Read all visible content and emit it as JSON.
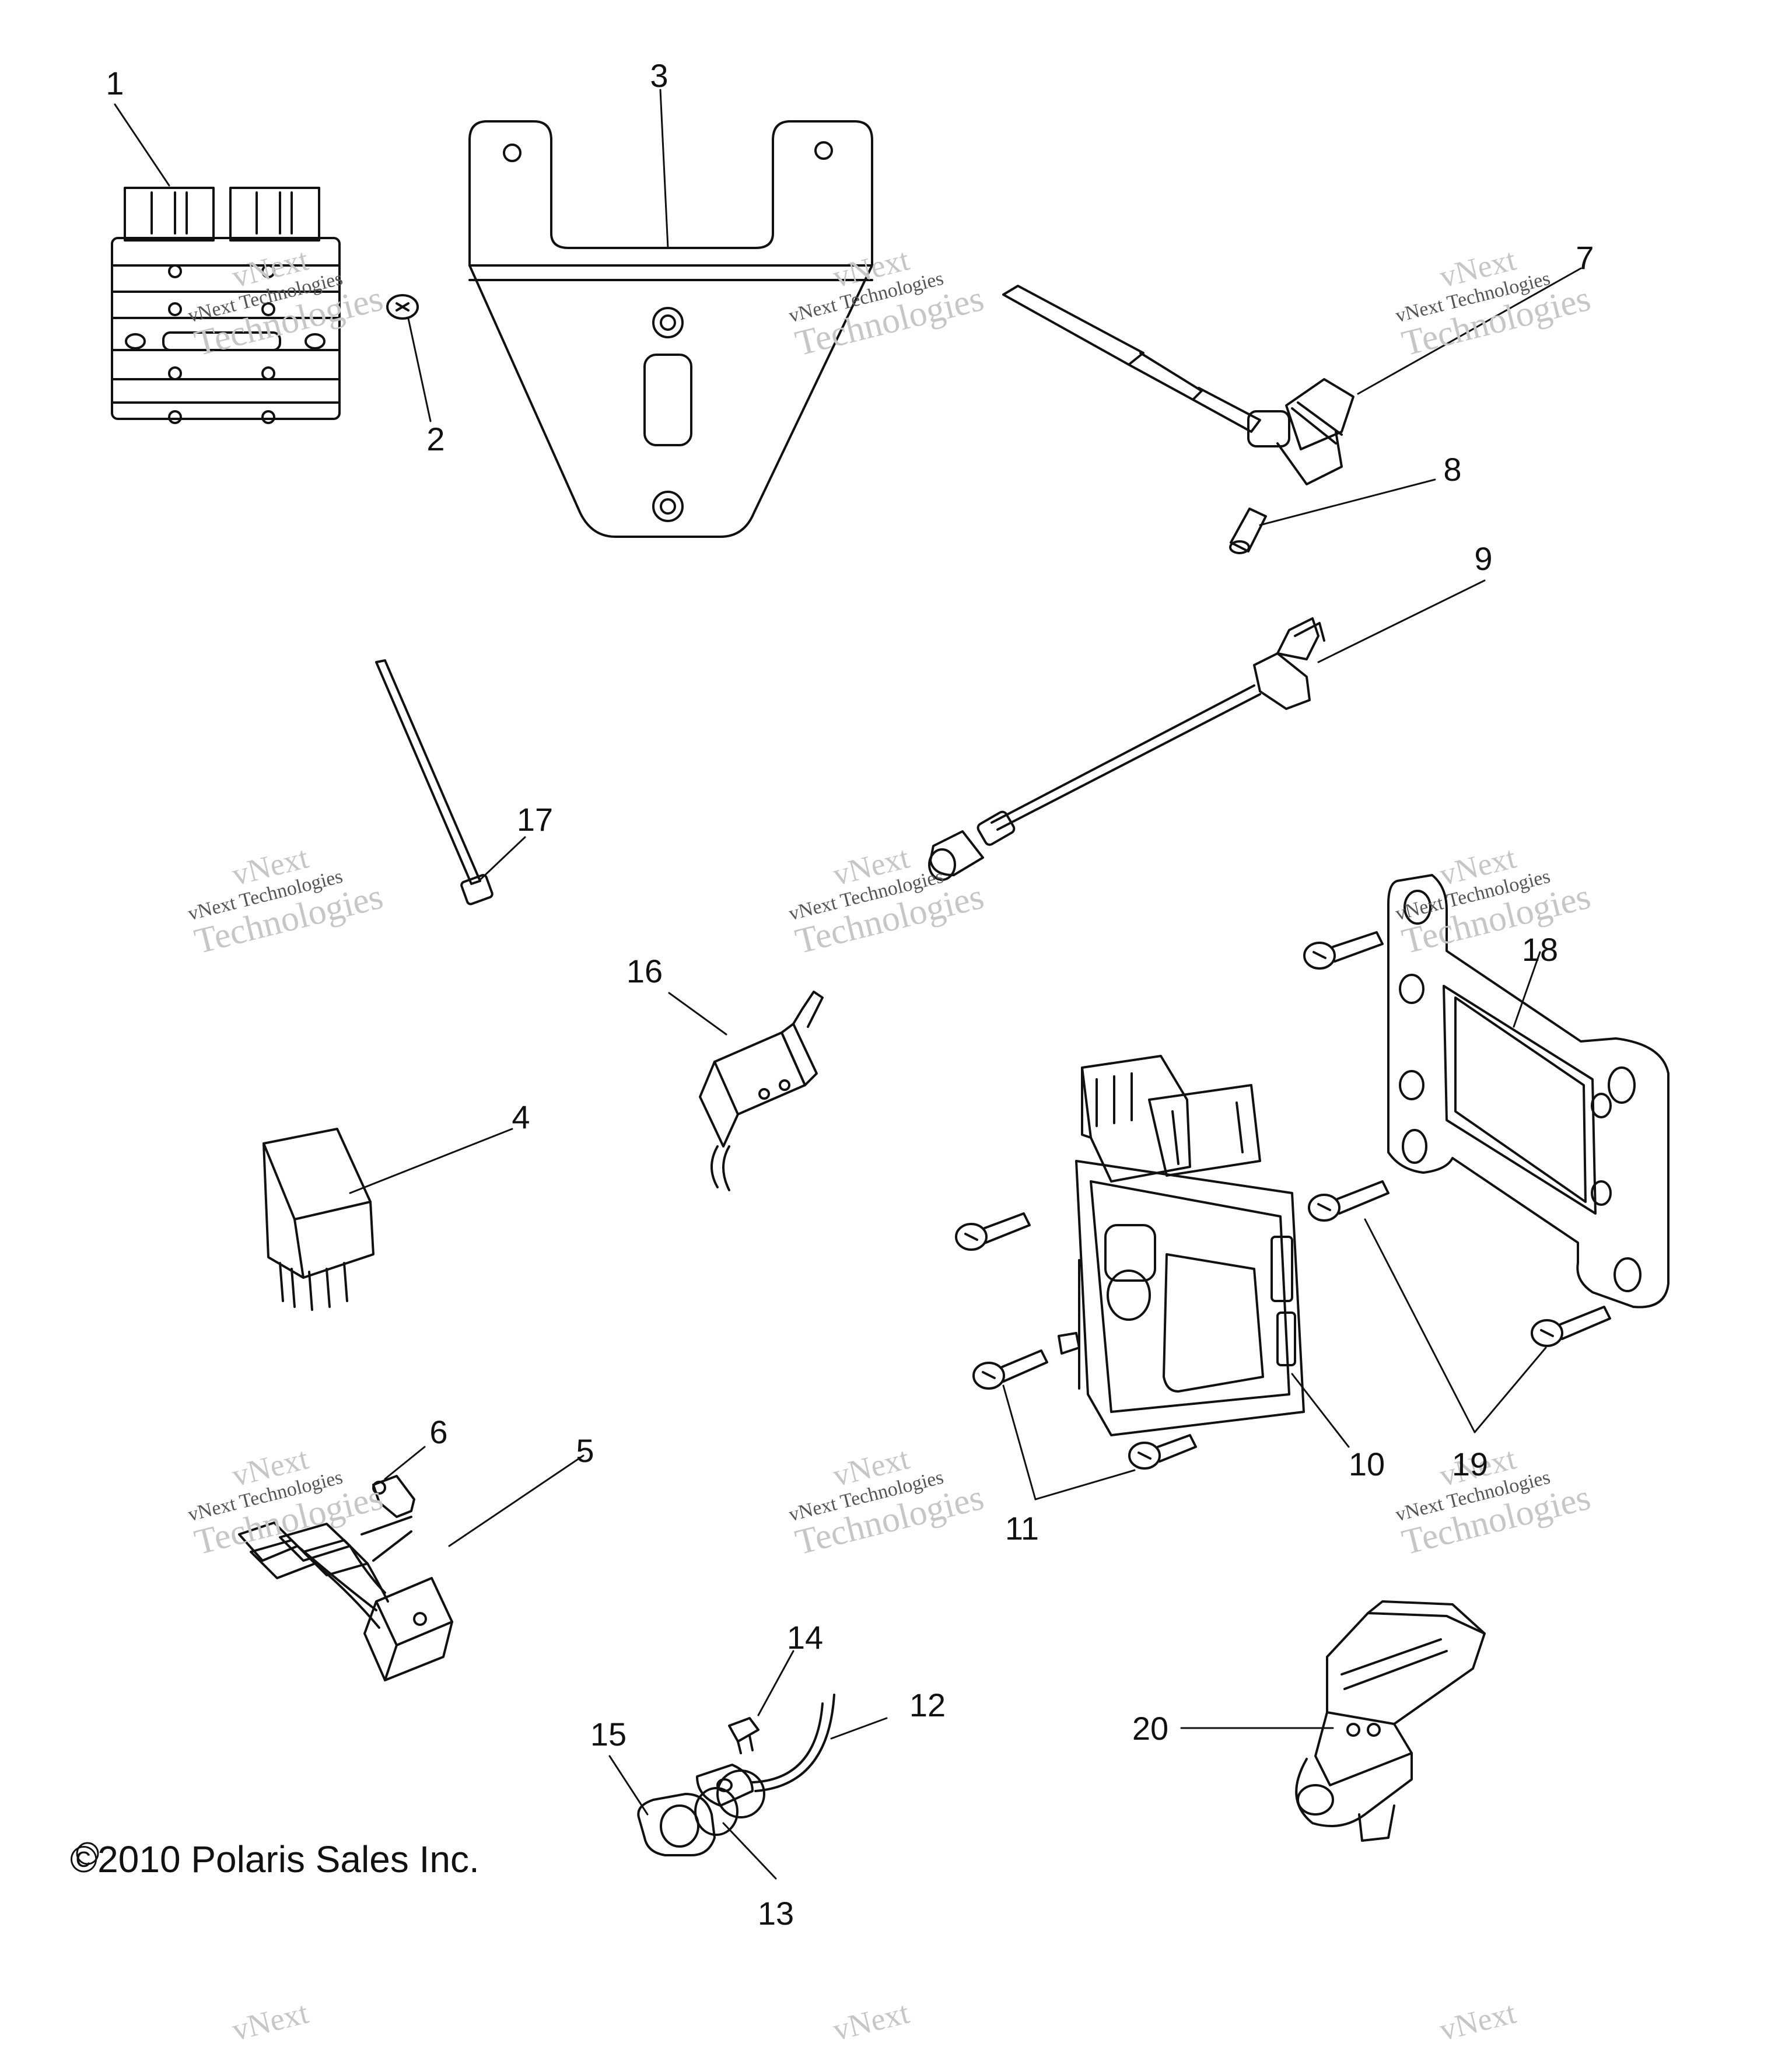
{
  "diagram": {
    "callouts": [
      {
        "id": "1",
        "label": "1"
      },
      {
        "id": "2",
        "label": "2"
      },
      {
        "id": "3",
        "label": "3"
      },
      {
        "id": "4",
        "label": "4"
      },
      {
        "id": "5",
        "label": "5"
      },
      {
        "id": "6",
        "label": "6"
      },
      {
        "id": "7",
        "label": "7"
      },
      {
        "id": "8",
        "label": "8"
      },
      {
        "id": "9",
        "label": "9"
      },
      {
        "id": "10",
        "label": "10"
      },
      {
        "id": "11",
        "label": "11"
      },
      {
        "id": "12",
        "label": "12"
      },
      {
        "id": "13",
        "label": "13"
      },
      {
        "id": "14",
        "label": "14"
      },
      {
        "id": "15",
        "label": "15"
      },
      {
        "id": "16",
        "label": "16"
      },
      {
        "id": "17",
        "label": "17"
      },
      {
        "id": "18",
        "label": "18"
      },
      {
        "id": "19",
        "label": "19"
      },
      {
        "id": "20",
        "label": "20"
      }
    ],
    "watermark": {
      "line1": "vNext",
      "line2": "vNext Technologies",
      "line3": "Technologies"
    },
    "copyright": "©2010 Polaris Sales Inc."
  }
}
